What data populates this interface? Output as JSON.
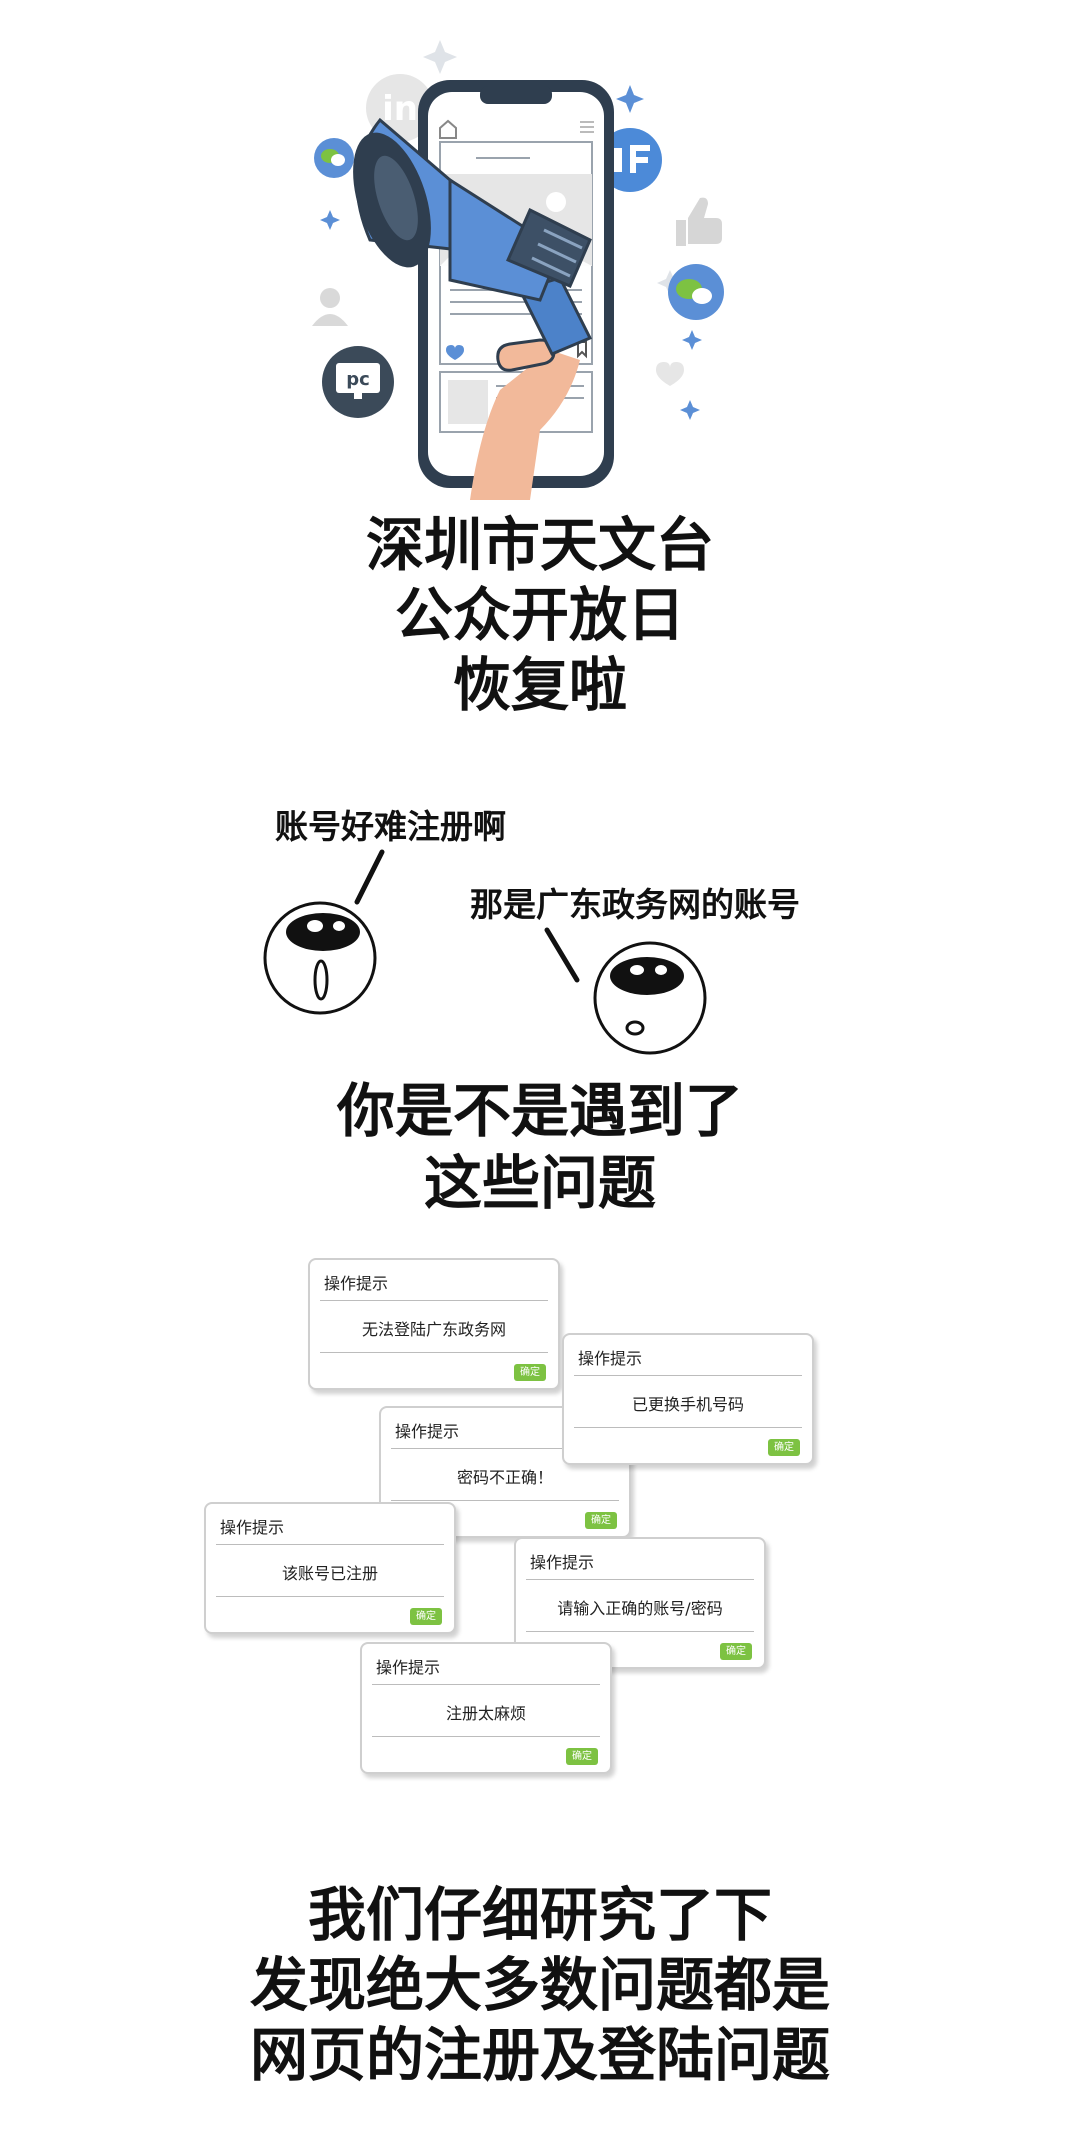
{
  "hero": {
    "social_badges": {
      "linkedin": "in",
      "pc": "pc"
    }
  },
  "headline_1": [
    "深圳市天文台",
    "公众开放日",
    "恢复啦"
  ],
  "conversation": {
    "left_speech": "账号好难注册啊",
    "right_speech": "那是广东政务网的账号"
  },
  "headline_2": [
    "你是不是遇到了",
    "这些问题"
  ],
  "dialogs": [
    {
      "title": "操作提示",
      "message": "无法登陆广东政务网",
      "button": "确定"
    },
    {
      "title": "操作提示",
      "message": "已更换手机号码",
      "button": "确定"
    },
    {
      "title": "操作提示",
      "message": "密码不正确！",
      "button": "确定"
    },
    {
      "title": "操作提示",
      "message": "该账号已注册",
      "button": "确定"
    },
    {
      "title": "操作提示",
      "message": "请输入正确的账号/密码",
      "button": "确定"
    },
    {
      "title": "操作提示",
      "message": "注册太麻烦",
      "button": "确定"
    }
  ],
  "headline_3": [
    "我们仔细研究了下",
    "发现绝大多数问题都是",
    "网页的注册及登陆问题"
  ],
  "colors": {
    "accent_blue": "#5b8fd6",
    "dark_navy": "#2f3e4f",
    "confirm_green": "#7dc242",
    "hand_skin": "#f2b99a"
  }
}
